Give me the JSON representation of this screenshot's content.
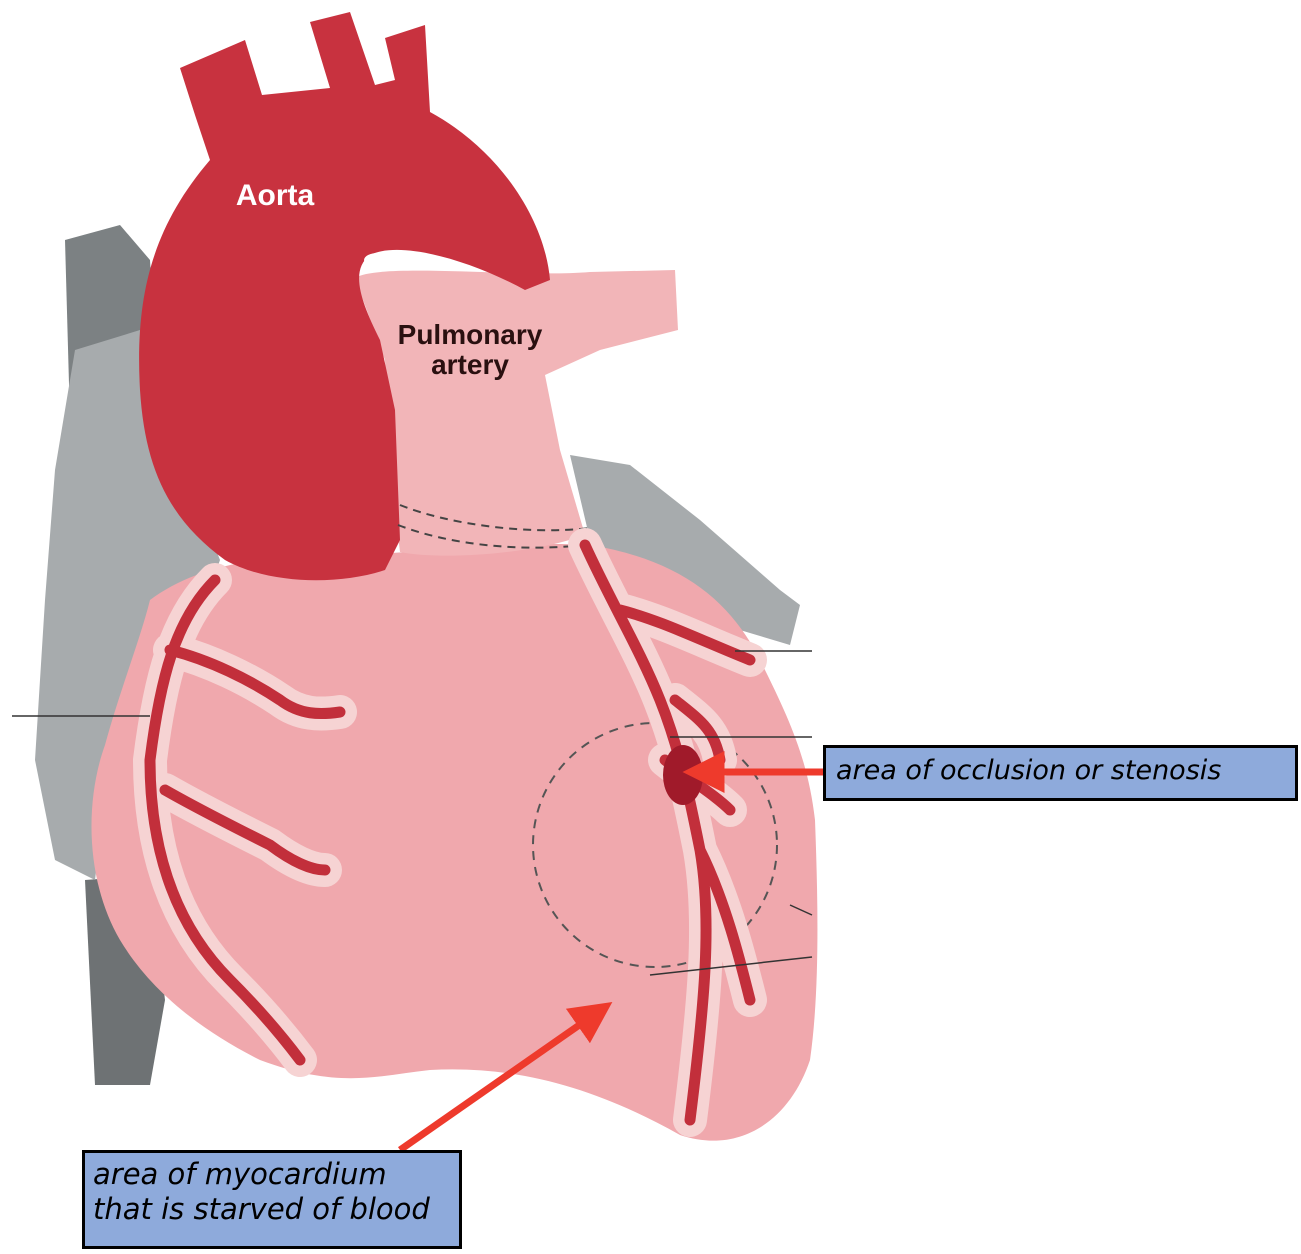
{
  "labels": {
    "aorta": "Aorta",
    "pulmonary_artery_line1": "Pulmonary",
    "pulmonary_artery_line2": "artery"
  },
  "callouts": {
    "occlusion": "area of occlusion or stenosis",
    "myocardium_line1": "area of myocardium",
    "myocardium_line2": "that is starved of blood"
  },
  "colors": {
    "aorta": "#c8323f",
    "heart": "#f0a8ad",
    "vessel": "#c22f3b",
    "vessel_halo": "#f6d3d3",
    "pulmonary": "#f2b5b8",
    "veins": "#a4a9ab",
    "vena_cava": "#707476",
    "occlusion": "#a01a2a",
    "arrow": "#ee3a2c",
    "callout_bg": "#8eaadb"
  }
}
